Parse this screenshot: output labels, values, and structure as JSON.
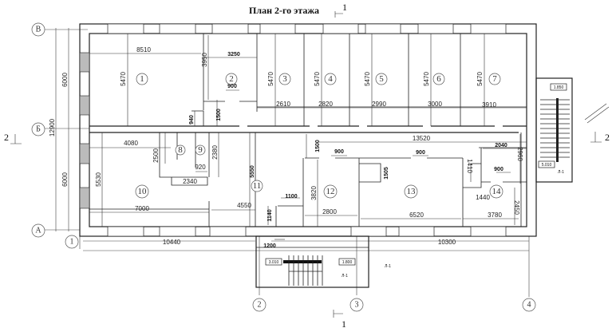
{
  "title": "План 2-го этажа",
  "section_marks": {
    "s1_top": "1",
    "s1_bottom": "1",
    "s2_left": "2",
    "s2_right": "2"
  },
  "axes": {
    "v": "В",
    "b": "Б",
    "a": "А",
    "n1": "1",
    "n2": "2",
    "n3": "3",
    "n4": "4"
  },
  "rooms": [
    "1",
    "2",
    "3",
    "4",
    "5",
    "6",
    "7",
    "8",
    "9",
    "10",
    "11",
    "12",
    "13",
    "14"
  ],
  "dims": {
    "d8510": "8510",
    "d5470_1": "5470",
    "d3950": "3950",
    "d3250": "3250",
    "d900_1": "900",
    "d940": "940",
    "d1500_1": "1500",
    "d5470_3": "5470",
    "d2610": "2610",
    "d5470_4": "5470",
    "d2820": "2820",
    "d5470_5": "5470",
    "d2990": "2990",
    "d5470_6": "5470",
    "d3000": "3000",
    "d5470_7": "5470",
    "d3910": "3910",
    "d13520": "13520",
    "d1500_2": "1500",
    "d900_2": "900",
    "d900_3": "900",
    "d2040": "2040",
    "d2960": "2960",
    "d4080": "4080",
    "d2500": "2500",
    "d2380": "2380",
    "d920": "920",
    "d2340": "2340",
    "d5530": "5530",
    "d5550": "5550",
    "d1100": "1100",
    "d4550": "4550",
    "d7000": "7000",
    "d1140": "1140",
    "d3820": "3820",
    "d2800": "2800",
    "d1505": "1505",
    "d6520": "6520",
    "d1410": "1410",
    "d900_4": "900",
    "d1440": "1440",
    "d3780": "3780",
    "d2450": "2450",
    "d10440": "10440",
    "d10300": "10300",
    "d1200": "1200",
    "d6000_1": "6000",
    "d6000_2": "6000",
    "d12900": "12900"
  },
  "stair_tags": {
    "top_right_upper": "1.850",
    "top_right_lower": "5.010",
    "top_right_mark": "Л-1",
    "bottom_left": "3.010",
    "bottom_right": "1.800",
    "bottom_mark": "Л-1",
    "outside_mark": "Л-1"
  }
}
